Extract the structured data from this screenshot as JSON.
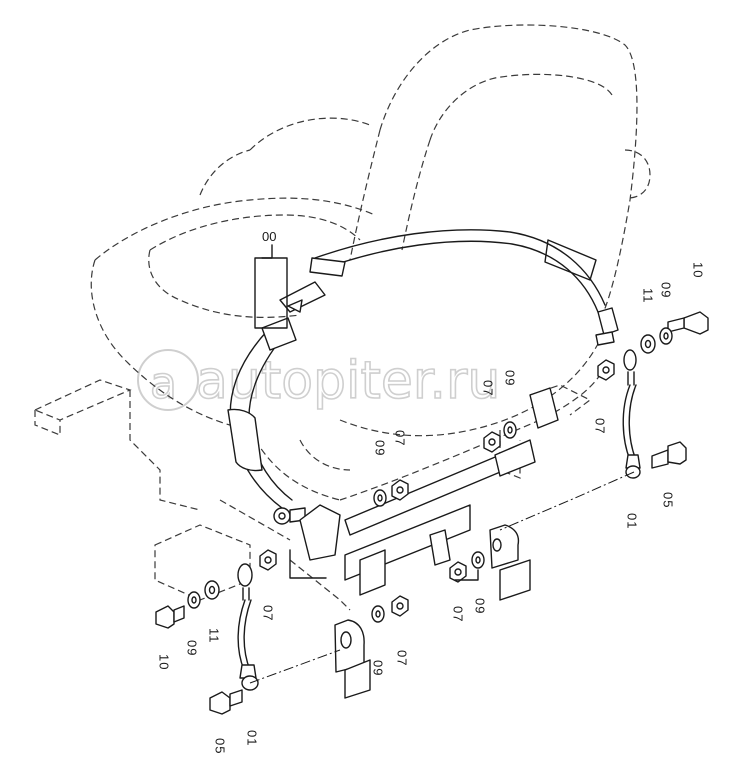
{
  "watermark": "autopiter.ru",
  "labels": {
    "l00": "00",
    "l10_top": "10",
    "l09_top": "09",
    "l11_top": "11",
    "l07_right": "07",
    "l05_right": "05",
    "l01_right": "01",
    "l07_mid": "07",
    "l09_mid": "09",
    "l09_center": "09",
    "l07_center": "07",
    "l07_bot_right": "07",
    "l09_bot_right": "09",
    "l07_left": "07",
    "l11_left": "11",
    "l09_left": "09",
    "l10_left": "10",
    "l09_bot_mid": "09",
    "l07_bot_mid": "07",
    "l05_left": "05",
    "l01_left": "01"
  }
}
